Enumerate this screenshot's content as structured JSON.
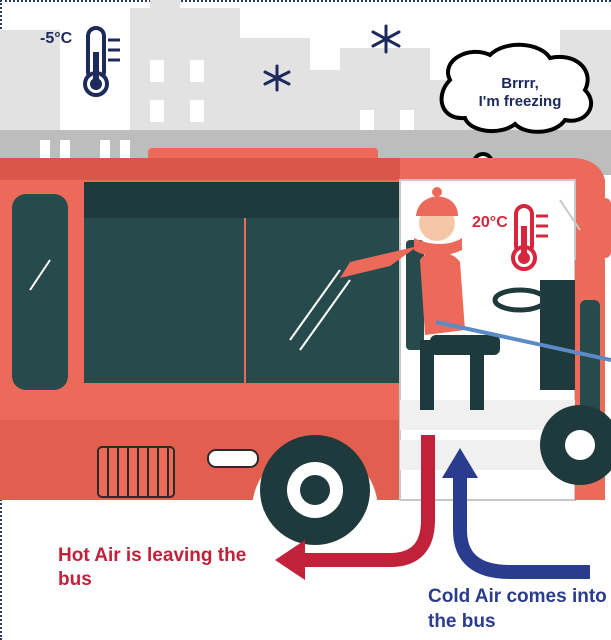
{
  "scene": {
    "outside_temperature": "-5°C",
    "inside_temperature": "20°C",
    "thought_line1": "Brrrr,",
    "thought_line2": "I'm freezing",
    "hot_air_caption": "Hot Air is leaving the bus",
    "cold_air_caption": "Cold Air comes into the bus"
  },
  "colors": {
    "bus_body": "#ec6a5a",
    "bus_dark": "#d9564a",
    "window": "#274a4c",
    "hot_air": "#c2213a",
    "cold_air": "#2a3c8e",
    "building": "#e0e0e0",
    "text_dark": "#1d2a5c"
  },
  "icons": [
    "thermometer-icon",
    "snowflake-icon",
    "thought-bubble-icon"
  ]
}
